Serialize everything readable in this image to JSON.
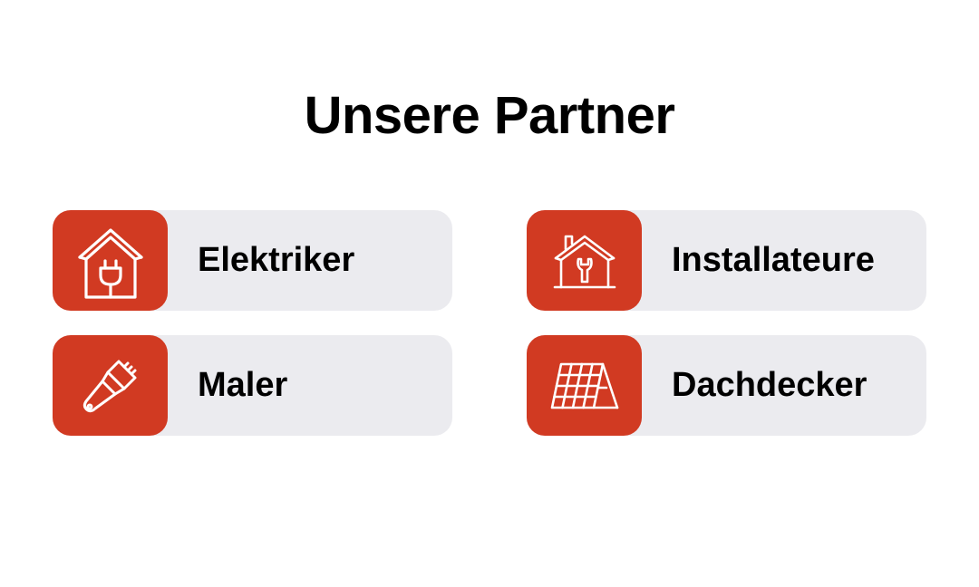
{
  "title": "Unsere Partner",
  "colors": {
    "accent": "#d13a22",
    "card_background": "#ebebef",
    "text": "#000000",
    "icon_stroke": "#ffffff"
  },
  "partners": [
    {
      "label": "Elektriker",
      "icon": "house-plug-icon"
    },
    {
      "label": "Installateure",
      "icon": "house-wrench-icon"
    },
    {
      "label": "Maler",
      "icon": "paintbrush-icon"
    },
    {
      "label": "Dachdecker",
      "icon": "solar-panel-icon"
    }
  ]
}
